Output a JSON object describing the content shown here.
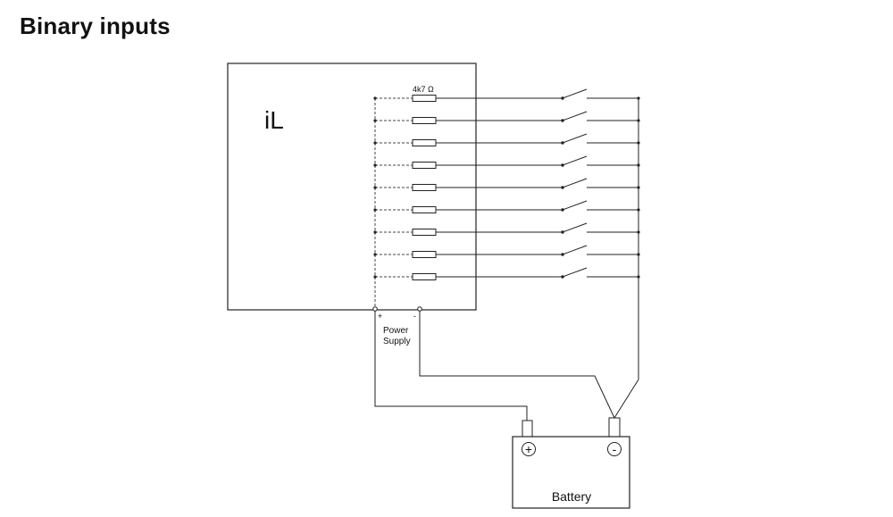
{
  "title": "Binary inputs",
  "controller": {
    "label": "iL"
  },
  "resistor": {
    "label": "4k7 Ω"
  },
  "inputs": {
    "count": 9
  },
  "power_supply": {
    "plus_label": "+",
    "minus_label": "-",
    "line1": "Power",
    "line2": "Supply"
  },
  "battery": {
    "label": "Battery",
    "plus_symbol": "+",
    "minus_symbol": "-"
  }
}
